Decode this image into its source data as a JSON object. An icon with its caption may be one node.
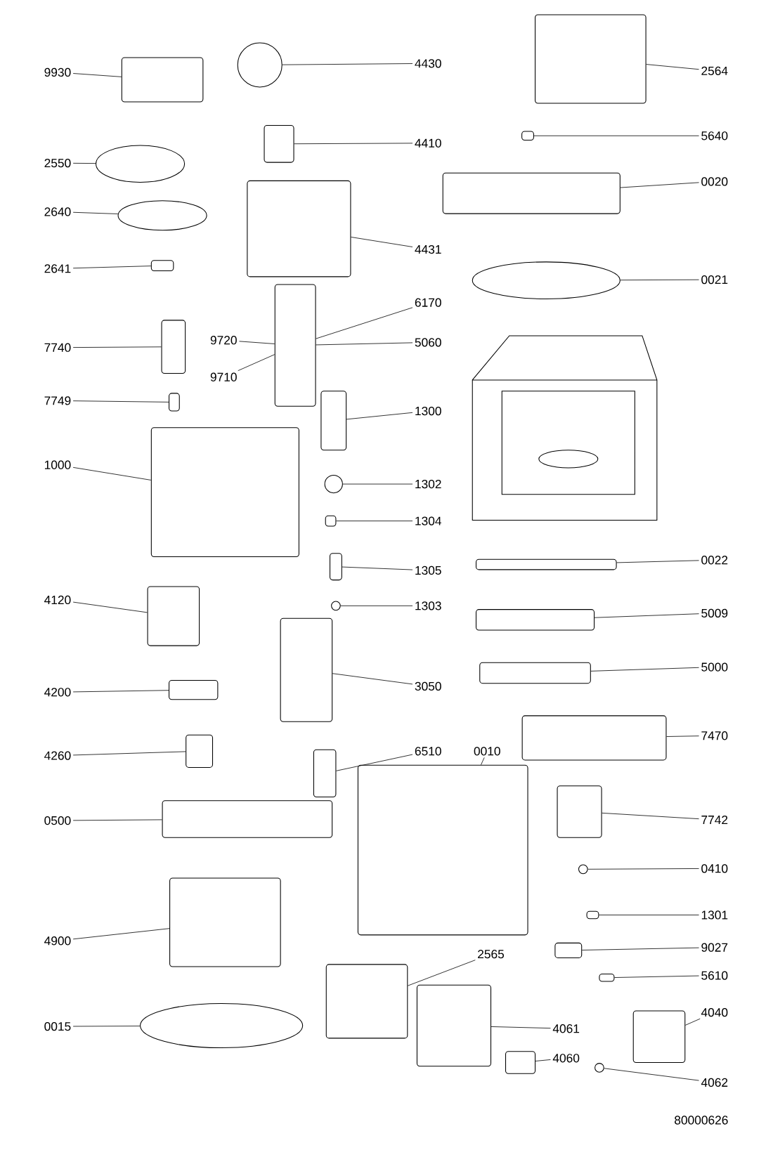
{
  "diagram": {
    "nodes": [
      {
        "text": [
          "9930"
        ]
      },
      {
        "text": [],
        "shape": "box"
      },
      {
        "text": [
          "4430"
        ]
      },
      {
        "text": [],
        "shape": "circle"
      },
      {
        "text": [
          "2564"
        ]
      },
      {
        "text": [],
        "shape": "box"
      },
      {
        "text": [
          "4410"
        ]
      },
      {
        "text": [],
        "shape": "box"
      },
      {
        "text": [
          "5640"
        ]
      },
      {
        "text": [],
        "shape": "box"
      },
      {
        "text": [
          "2550"
        ]
      },
      {
        "text": [],
        "shape": "ellipse"
      },
      {
        "text": [
          "0020"
        ]
      },
      {
        "text": [],
        "shape": "box"
      },
      {
        "text": [
          "2640"
        ]
      },
      {
        "text": [],
        "shape": "ellipse"
      },
      {
        "text": [
          "4431"
        ]
      },
      {
        "text": [],
        "shape": "box"
      },
      {
        "text": [
          "2641"
        ]
      },
      {
        "text": [],
        "shape": "box"
      },
      {
        "text": [
          "0021"
        ]
      },
      {
        "text": [],
        "shape": "ellipse"
      },
      {
        "text": [
          "6170"
        ]
      },
      {
        "text": [],
        "shape": "box"
      },
      {
        "text": [
          "5060"
        ]
      },
      {
        "text": [
          "9720"
        ]
      },
      {
        "text": [
          "9710"
        ]
      },
      {
        "text": [
          "7740"
        ]
      },
      {
        "text": [],
        "shape": "box"
      },
      {
        "text": [
          "7749"
        ]
      },
      {
        "text": [],
        "shape": "box"
      },
      {
        "text": [
          "1300"
        ]
      },
      {
        "text": [],
        "shape": "box"
      },
      {
        "text": [
          "1000"
        ]
      },
      {
        "text": [],
        "shape": "box"
      },
      {
        "text": [
          "1302"
        ]
      },
      {
        "text": [],
        "shape": "circle"
      },
      {
        "text": [
          "1304"
        ]
      },
      {
        "text": [],
        "shape": "box"
      },
      {
        "text": [
          "0022"
        ]
      },
      {
        "text": [],
        "shape": "box"
      },
      {
        "text": [
          "1305"
        ]
      },
      {
        "text": [],
        "shape": "box"
      },
      {
        "text": [
          "4120"
        ]
      },
      {
        "text": [],
        "shape": "box"
      },
      {
        "text": [
          "1303"
        ]
      },
      {
        "text": [],
        "shape": "circle"
      },
      {
        "text": [
          "5009"
        ]
      },
      {
        "text": [],
        "shape": "box"
      },
      {
        "text": [
          "5000"
        ]
      },
      {
        "text": [],
        "shape": "box"
      },
      {
        "text": [
          "3050"
        ]
      },
      {
        "text": [],
        "shape": "box"
      },
      {
        "text": [
          "4200"
        ]
      },
      {
        "text": [],
        "shape": "box"
      },
      {
        "text": [
          "7470"
        ]
      },
      {
        "text": [],
        "shape": "box"
      },
      {
        "text": [
          "4260"
        ]
      },
      {
        "text": [],
        "shape": "box"
      },
      {
        "text": [
          "6510"
        ]
      },
      {
        "text": [],
        "shape": "box"
      },
      {
        "text": [
          "0010"
        ]
      },
      {
        "text": [],
        "shape": "box"
      },
      {
        "text": [
          "0500"
        ]
      },
      {
        "text": [],
        "shape": "box"
      },
      {
        "text": [
          "7742"
        ]
      },
      {
        "text": [],
        "shape": "box"
      },
      {
        "text": [
          "0410"
        ]
      },
      {
        "text": [],
        "shape": "circle"
      },
      {
        "text": [
          "1301"
        ]
      },
      {
        "text": [],
        "shape": "box"
      },
      {
        "text": [
          "4900"
        ]
      },
      {
        "text": [],
        "shape": "box"
      },
      {
        "text": [
          "9027"
        ]
      },
      {
        "text": [],
        "shape": "box"
      },
      {
        "text": [
          "2565"
        ]
      },
      {
        "text": [],
        "shape": "box"
      },
      {
        "text": [
          "5610"
        ]
      },
      {
        "text": [],
        "shape": "box"
      },
      {
        "text": [
          "4040"
        ]
      },
      {
        "text": [],
        "shape": "box"
      },
      {
        "text": [
          "0015"
        ]
      },
      {
        "text": [],
        "shape": "ellipse"
      },
      {
        "text": [
          "4061"
        ]
      },
      {
        "text": [],
        "shape": "box"
      },
      {
        "text": [
          "4060"
        ]
      },
      {
        "text": [],
        "shape": "box"
      },
      {
        "text": [
          "4062"
        ]
      },
      {
        "text": [],
        "shape": "circle"
      }
    ],
    "edges": [
      {
        "from": 0,
        "to": 1,
        "arrow": "none"
      },
      {
        "from": 2,
        "to": 3,
        "arrow": "none"
      },
      {
        "from": 4,
        "to": 5,
        "arrow": "none"
      },
      {
        "from": 6,
        "to": 7,
        "arrow": "none"
      },
      {
        "from": 8,
        "to": 9,
        "arrow": "none"
      },
      {
        "from": 10,
        "to": 11,
        "arrow": "none"
      },
      {
        "from": 12,
        "to": 13,
        "arrow": "none"
      },
      {
        "from": 14,
        "to": 15,
        "arrow": "none"
      },
      {
        "from": 16,
        "to": 17,
        "arrow": "none"
      },
      {
        "from": 18,
        "to": 19,
        "arrow": "none"
      },
      {
        "from": 20,
        "to": 21,
        "arrow": "none"
      },
      {
        "from": 22,
        "to": 23,
        "arrow": "none"
      },
      {
        "from": 24,
        "to": 23,
        "arrow": "none"
      },
      {
        "from": 25,
        "to": 23,
        "arrow": "none"
      },
      {
        "from": 26,
        "to": 23,
        "arrow": "none"
      },
      {
        "from": 27,
        "to": 28,
        "arrow": "none"
      },
      {
        "from": 29,
        "to": 30,
        "arrow": "none"
      },
      {
        "from": 31,
        "to": 32,
        "arrow": "none"
      },
      {
        "from": 33,
        "to": 34,
        "arrow": "none"
      },
      {
        "from": 35,
        "to": 36,
        "arrow": "none"
      },
      {
        "from": 37,
        "to": 38,
        "arrow": "none"
      },
      {
        "from": 39,
        "to": 40,
        "arrow": "none"
      },
      {
        "from": 41,
        "to": 42,
        "arrow": "none"
      },
      {
        "from": 43,
        "to": 44,
        "arrow": "none"
      },
      {
        "from": 45,
        "to": 46,
        "arrow": "none"
      },
      {
        "from": 47,
        "to": 48,
        "arrow": "none"
      },
      {
        "from": 49,
        "to": 50,
        "arrow": "none"
      },
      {
        "from": 51,
        "to": 52,
        "arrow": "none"
      },
      {
        "from": 53,
        "to": 54,
        "arrow": "none"
      },
      {
        "from": 55,
        "to": 56,
        "arrow": "none"
      },
      {
        "from": 57,
        "to": 58,
        "arrow": "none"
      },
      {
        "from": 59,
        "to": 60,
        "arrow": "none"
      },
      {
        "from": 61,
        "to": 62,
        "arrow": "none"
      },
      {
        "from": 63,
        "to": 64,
        "arrow": "none"
      },
      {
        "from": 65,
        "to": 66,
        "arrow": "none"
      },
      {
        "from": 67,
        "to": 68,
        "arrow": "none"
      },
      {
        "from": 69,
        "to": 70,
        "arrow": "none"
      },
      {
        "from": 71,
        "to": 72,
        "arrow": "none"
      },
      {
        "from": 73,
        "to": 74,
        "arrow": "none"
      },
      {
        "from": 75,
        "to": 76,
        "arrow": "none"
      },
      {
        "from": 77,
        "to": 78,
        "arrow": "none"
      },
      {
        "from": 79,
        "to": 80,
        "arrow": "none"
      },
      {
        "from": 81,
        "to": 82,
        "arrow": "none"
      },
      {
        "from": 83,
        "to": 84,
        "arrow": "none"
      },
      {
        "from": 85,
        "to": 86,
        "arrow": "none"
      },
      {
        "from": 87,
        "to": 88,
        "arrow": "none"
      }
    ],
    "labels": [
      "80000626"
    ]
  }
}
